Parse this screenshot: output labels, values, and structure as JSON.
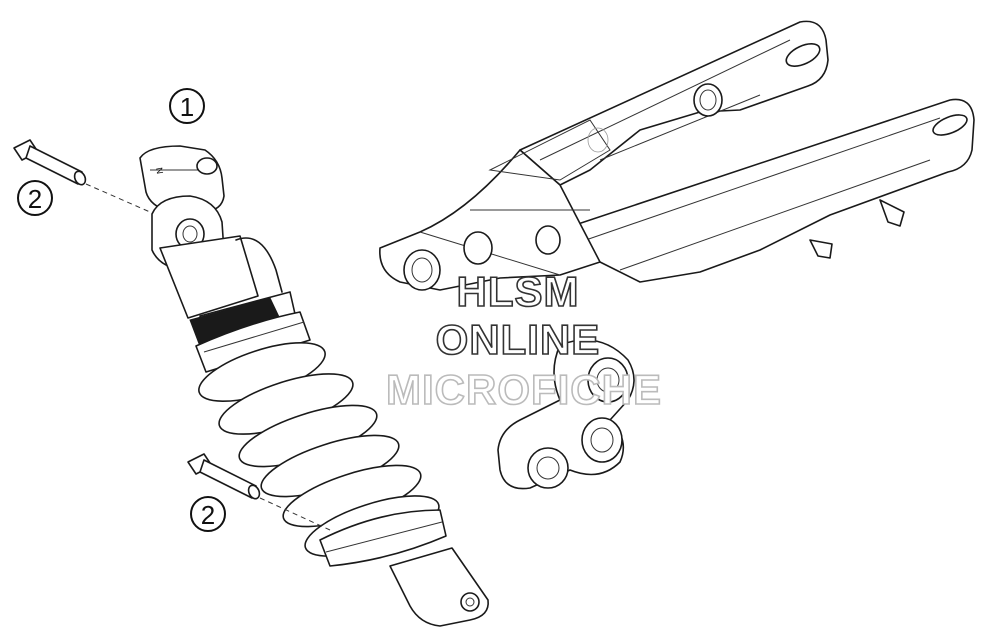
{
  "callouts": [
    {
      "label": "1",
      "part": "shock absorber"
    },
    {
      "label": "2",
      "part": "upper bolt"
    },
    {
      "label": "2",
      "part": "lower bolt"
    }
  ],
  "watermark": {
    "line1": "HLSM",
    "line2": "ONLINE",
    "line3": "MICROFICHE"
  }
}
